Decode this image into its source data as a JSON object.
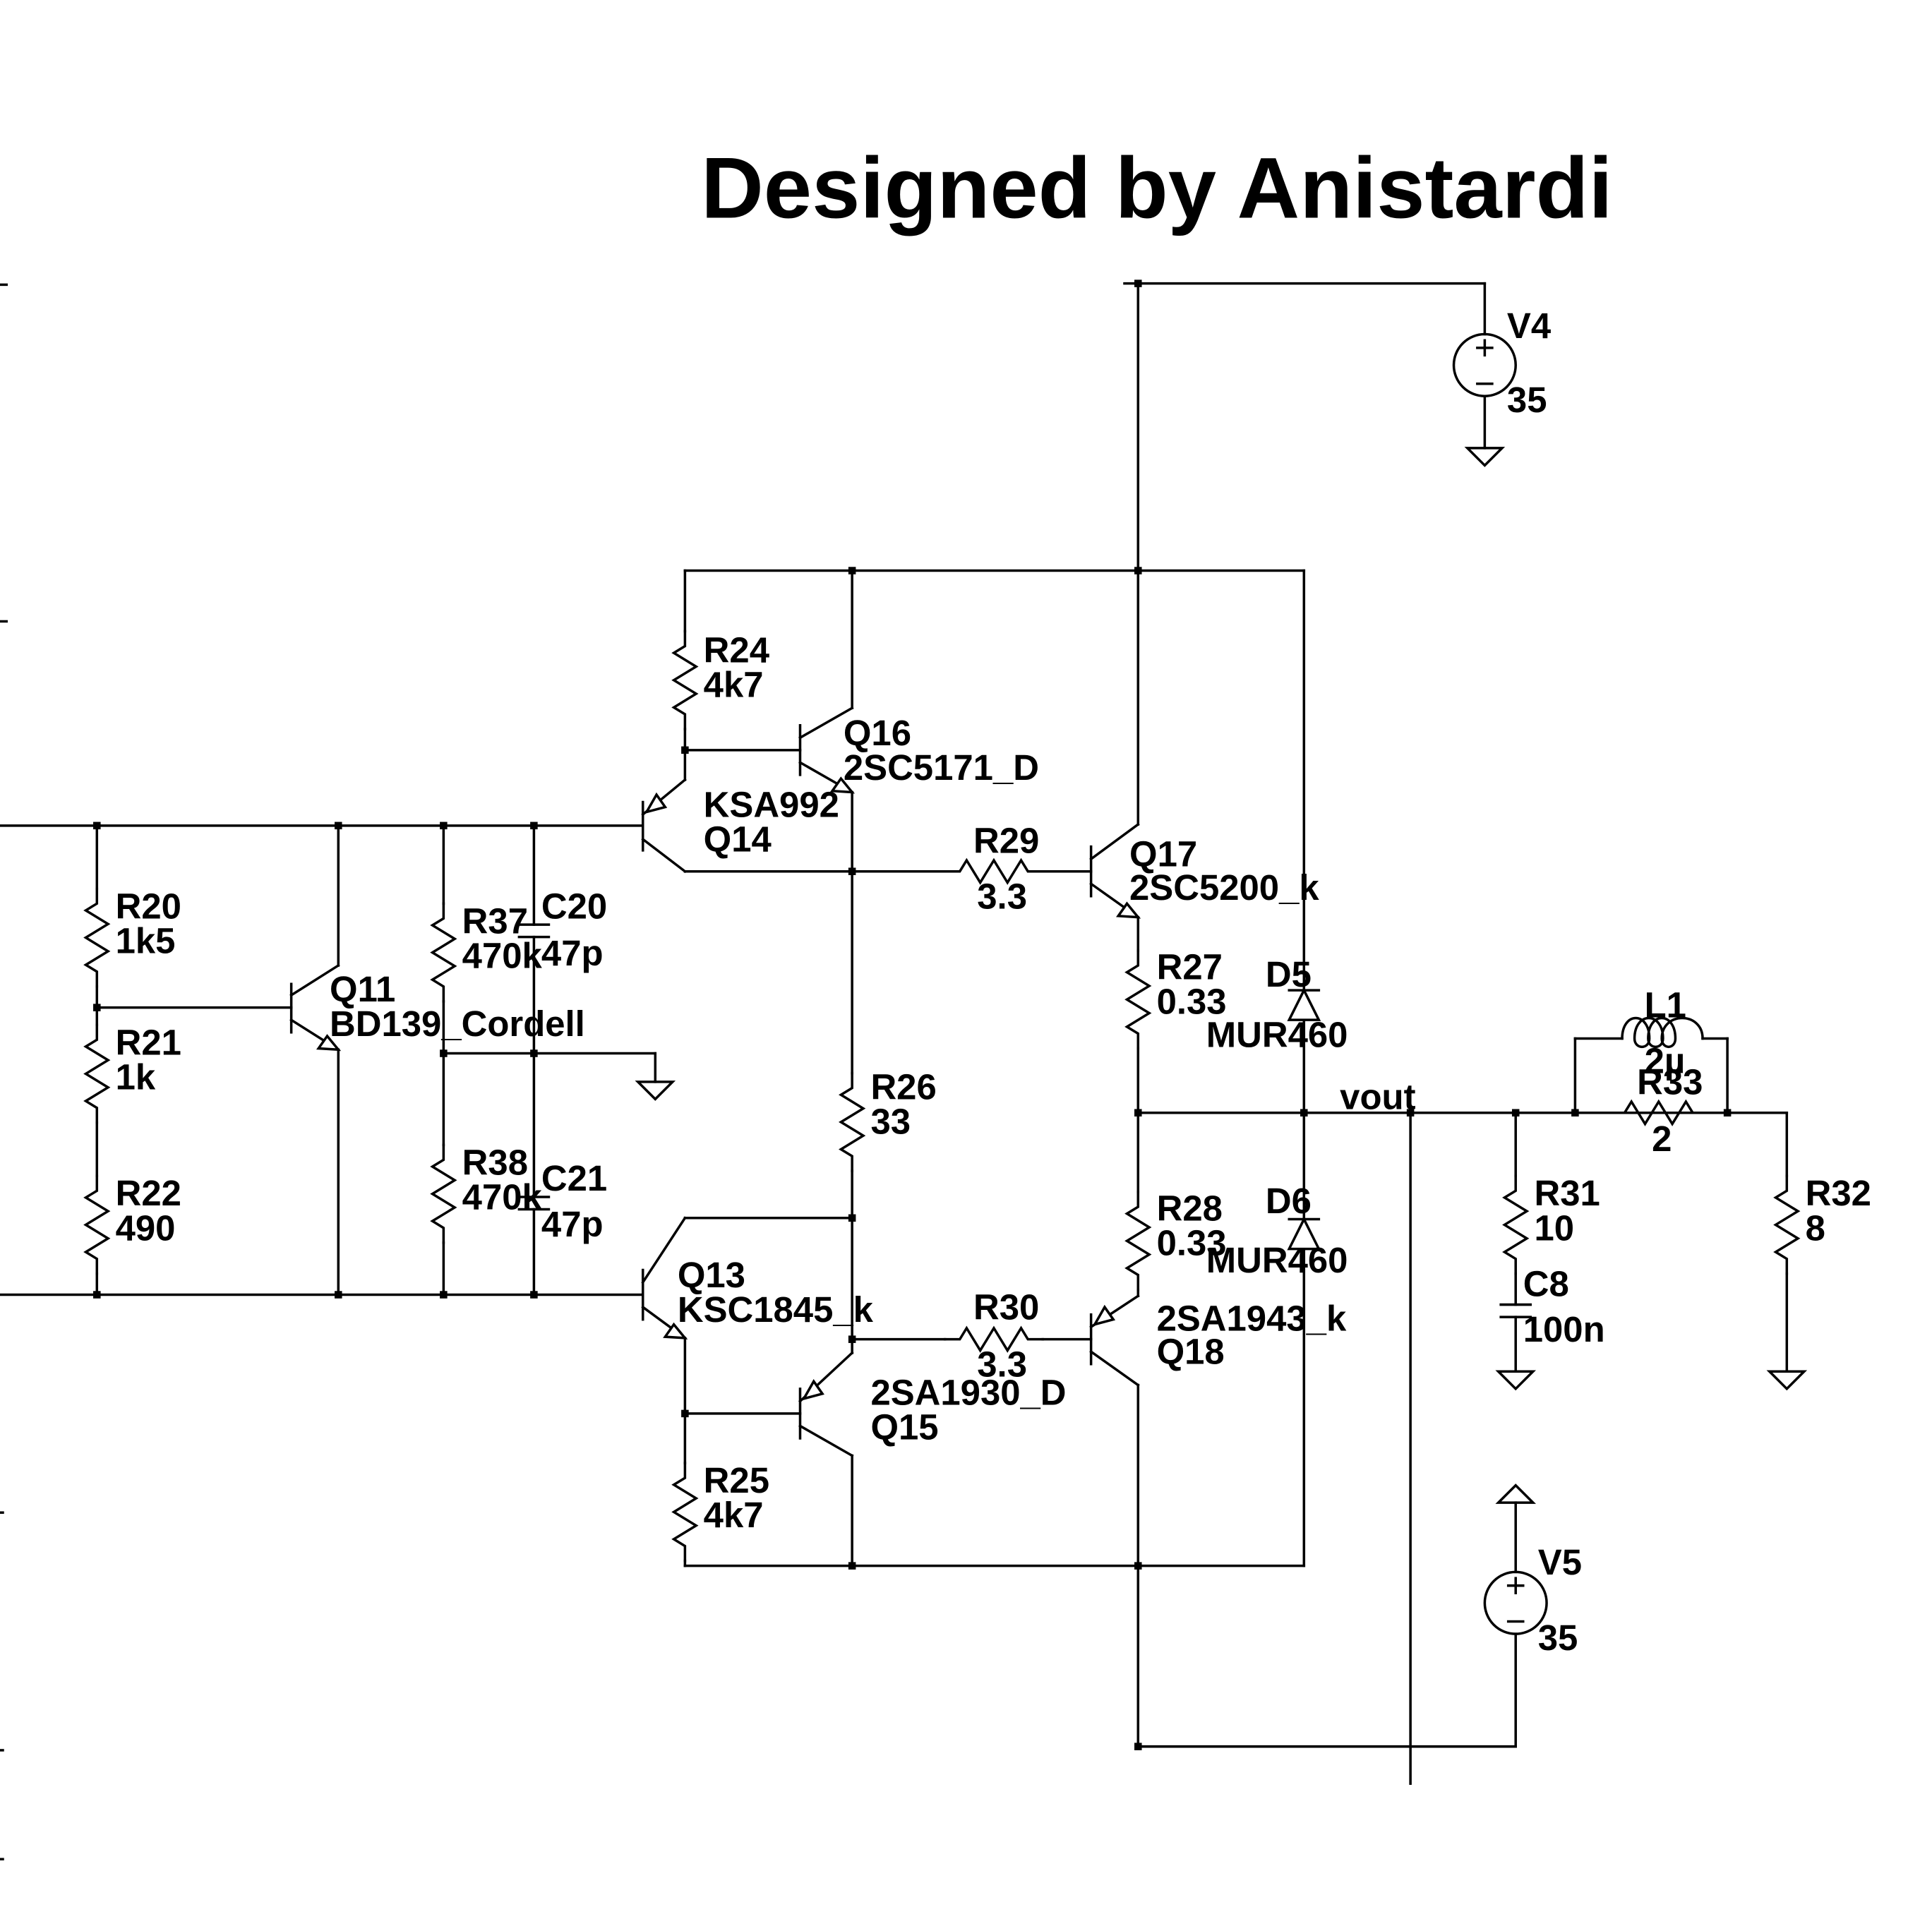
{
  "title": "Designed by Anistardi",
  "net_labels": {
    "vout": "vout"
  },
  "components": {
    "R20": {
      "ref": "R20",
      "value": "1k5"
    },
    "R21": {
      "ref": "R21",
      "value": "1k"
    },
    "R22": {
      "ref": "R22",
      "value": "490"
    },
    "R37": {
      "ref": "R37",
      "value": "470k"
    },
    "R38": {
      "ref": "R38",
      "value": "470k"
    },
    "C20": {
      "ref": "C20",
      "value": "47p"
    },
    "C21": {
      "ref": "C21",
      "value": "47p"
    },
    "Q11": {
      "ref": "Q11",
      "value": "BD139_Cordell"
    },
    "R24": {
      "ref": "R24",
      "value": "4k7"
    },
    "R25": {
      "ref": "R25",
      "value": "4k7"
    },
    "Q14": {
      "ref": "Q14",
      "value": "KSA992"
    },
    "Q16": {
      "ref": "Q16",
      "value": "2SC5171_D"
    },
    "Q13": {
      "ref": "Q13",
      "value": "KSC1845_k"
    },
    "Q15": {
      "ref": "Q15",
      "value": "2SA1930_D"
    },
    "R26": {
      "ref": "R26",
      "value": "33"
    },
    "R29": {
      "ref": "R29",
      "value": "3.3"
    },
    "R30": {
      "ref": "R30",
      "value": "3.3"
    },
    "Q17": {
      "ref": "Q17",
      "value": "2SC5200_k"
    },
    "Q18": {
      "ref": "Q18",
      "value": "2SA1943_k"
    },
    "R27": {
      "ref": "R27",
      "value": "0.33"
    },
    "R28": {
      "ref": "R28",
      "value": "0.33"
    },
    "D5": {
      "ref": "D5",
      "value": "MUR460"
    },
    "D6": {
      "ref": "D6",
      "value": "MUR460"
    },
    "V4": {
      "ref": "V4",
      "value": "35"
    },
    "V5": {
      "ref": "V5",
      "value": "35"
    },
    "L1": {
      "ref": "L1",
      "value": "2µ"
    },
    "R33": {
      "ref": "R33",
      "value": "2"
    },
    "R31": {
      "ref": "R31",
      "value": "10"
    },
    "C8": {
      "ref": "C8",
      "value": "100n"
    },
    "R32": {
      "ref": "R32",
      "value": "8"
    }
  }
}
